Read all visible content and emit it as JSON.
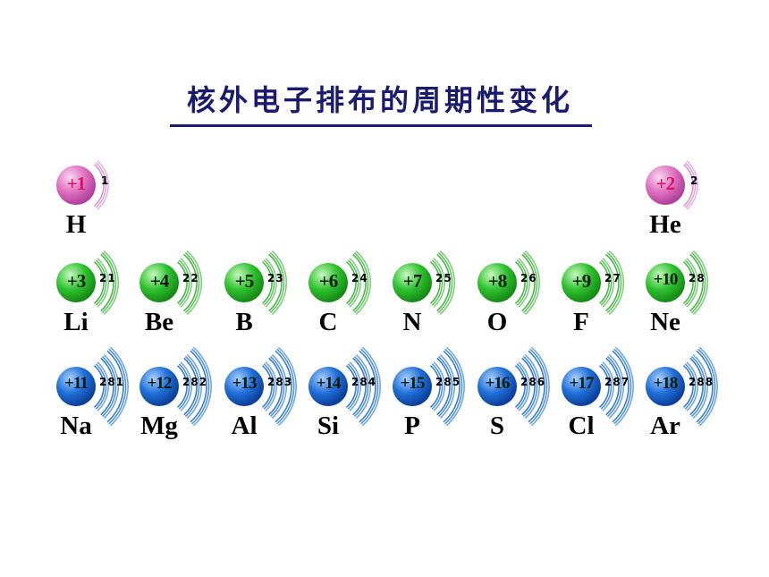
{
  "title": "核外电子排布的周期性变化",
  "colors": {
    "title": "#1a1a6e",
    "pink_nucleus": "#e070c0",
    "pink_label": "#e0106a",
    "green_nucleus": "#2fc22f",
    "blue_nucleus": "#1f6fd8",
    "label_dark": "#0a1a0a",
    "arc_pink": "#d890d0",
    "arc_green": "#3fb53f",
    "arc_blue": "#2a78d6"
  },
  "elements": [
    {
      "symbol": "H",
      "charge": "+1",
      "shells": "1",
      "row": 1,
      "col": 1,
      "theme": "pink"
    },
    {
      "symbol": "He",
      "charge": "+2",
      "shells": "2",
      "row": 1,
      "col": 8,
      "theme": "pink"
    },
    {
      "symbol": "Li",
      "charge": "+3",
      "shells": "21",
      "row": 2,
      "col": 1,
      "theme": "green"
    },
    {
      "symbol": "Be",
      "charge": "+4",
      "shells": "22",
      "row": 2,
      "col": 2,
      "theme": "green"
    },
    {
      "symbol": "B",
      "charge": "+5",
      "shells": "23",
      "row": 2,
      "col": 3,
      "theme": "green"
    },
    {
      "symbol": "C",
      "charge": "+6",
      "shells": "24",
      "row": 2,
      "col": 4,
      "theme": "green"
    },
    {
      "symbol": "N",
      "charge": "+7",
      "shells": "25",
      "row": 2,
      "col": 5,
      "theme": "green"
    },
    {
      "symbol": "O",
      "charge": "+8",
      "shells": "26",
      "row": 2,
      "col": 6,
      "theme": "green"
    },
    {
      "symbol": "F",
      "charge": "+9",
      "shells": "27",
      "row": 2,
      "col": 7,
      "theme": "green"
    },
    {
      "symbol": "Ne",
      "charge": "+10",
      "shells": "28",
      "row": 2,
      "col": 8,
      "theme": "green"
    },
    {
      "symbol": "Na",
      "charge": "+11",
      "shells": "281",
      "row": 3,
      "col": 1,
      "theme": "blue"
    },
    {
      "symbol": "Mg",
      "charge": "+12",
      "shells": "282",
      "row": 3,
      "col": 2,
      "theme": "blue"
    },
    {
      "symbol": "Al",
      "charge": "+13",
      "shells": "283",
      "row": 3,
      "col": 3,
      "theme": "blue"
    },
    {
      "symbol": "Si",
      "charge": "+14",
      "shells": "284",
      "row": 3,
      "col": 4,
      "theme": "blue"
    },
    {
      "symbol": "P",
      "charge": "+15",
      "shells": "285",
      "row": 3,
      "col": 5,
      "theme": "blue"
    },
    {
      "symbol": "S",
      "charge": "+16",
      "shells": "286",
      "row": 3,
      "col": 6,
      "theme": "blue"
    },
    {
      "symbol": "Cl",
      "charge": "+17",
      "shells": "287",
      "row": 3,
      "col": 7,
      "theme": "blue"
    },
    {
      "symbol": "Ar",
      "charge": "+18",
      "shells": "288",
      "row": 3,
      "col": 8,
      "theme": "blue"
    }
  ]
}
